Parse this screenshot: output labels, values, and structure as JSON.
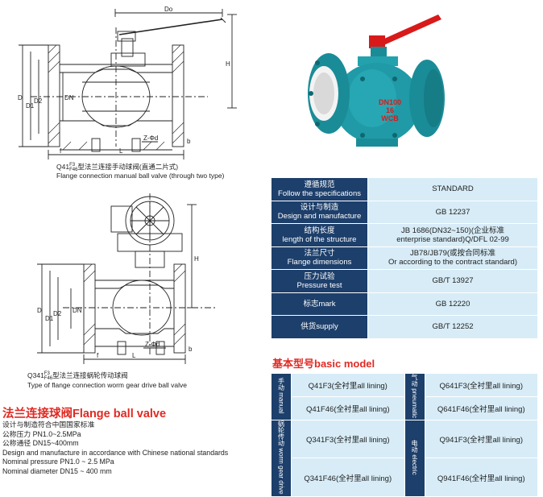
{
  "drawing1": {
    "dims": {
      "do": "Do",
      "h": "H",
      "d": "D",
      "d1": "D1",
      "d2": "D2",
      "dn": "DN",
      "l": "L",
      "f": "f",
      "b": "b",
      "bolt": "Z-Φd"
    },
    "caption_cn_prefix": "Q41",
    "caption_sup": "F3",
    "caption_sub": "F46",
    "caption_cn_suffix": "型法兰连接手动球阀(直通二片式)",
    "caption_en": "Flange connection manual ball valve (through two type)"
  },
  "drawing2": {
    "dims": {
      "h": "H",
      "d": "D",
      "d1": "D1",
      "d2": "D2",
      "dn": "DN",
      "l": "L",
      "f": "f",
      "b": "b",
      "bolt": "Z-Φd"
    },
    "caption_cn_prefix": "Q341",
    "caption_sup": "F3",
    "caption_sub": "F46",
    "caption_cn_suffix": "型法兰连接蜗轮传动球阀",
    "caption_en": "Type of flange connection worm gear drive ball valve"
  },
  "photo": {
    "body_marking": [
      "DN100",
      "16",
      "WCB"
    ],
    "colors": {
      "body": "#1f9aa6",
      "handle": "#d81a1a",
      "lining": "#f3f3f3"
    }
  },
  "spec_table": [
    {
      "cn": "遵循规范",
      "en": "Follow the specifications",
      "value": [
        "STANDARD"
      ]
    },
    {
      "cn": "设计与制造",
      "en": "Design and manufacture",
      "value": [
        "GB 12237"
      ]
    },
    {
      "cn": "结构长度",
      "en": "length of the structure",
      "value": [
        "JB 1686(DN32~150)(企业标准",
        "enterprise standard)Q/DFL 02-99"
      ]
    },
    {
      "cn": "法兰尺寸",
      "en": "Flange dimensions",
      "value": [
        "JB78/JB79(或按合同标准",
        "Or according to the contract standard)"
      ]
    },
    {
      "cn": "压力试验",
      "en": "Pressure test",
      "value": [
        "GB/T 13927"
      ]
    },
    {
      "cn": "",
      "en": "标志mark",
      "value": [
        "GB 12220"
      ]
    },
    {
      "cn": "",
      "en": "供货supply",
      "value": [
        "GB/T 12252"
      ]
    }
  ],
  "basic_model": {
    "title": "基本型号basic model",
    "rows": [
      {
        "left_cat_cn": "手动",
        "left_cat_en": "manual",
        "left": [
          "Q41F3(全衬里all lining)",
          "Q41F46(全衬里all lining)"
        ],
        "right_cat_cn": "气动",
        "right_cat_en": "pneumatic",
        "right": [
          "Q641F3(全衬里all lining)",
          "Q641F46(全衬里all lining)"
        ]
      },
      {
        "left_cat_cn": "蜗轮传动",
        "left_cat_en": "worm gear drive",
        "left": [
          "Q341F3(全衬里all lining)",
          "Q341F46(全衬里all lining)"
        ],
        "right_cat_cn": "电动",
        "right_cat_en": "electric",
        "right": [
          "Q941F3(全衬里all lining)",
          "Q941F46(全衬里all lining)"
        ]
      }
    ]
  },
  "product": {
    "title": "法兰连接球阀Flange ball valve",
    "lines": [
      "设计与制造符合中国国家标准",
      "公称压力 PN1.0~2.5MPa",
      "公称通径 DN15~400mm",
      "Design and manufacture in accordance with Chinese national standards",
      "Nominal pressure PN1.0 ~ 2.5 MPa",
      "Nominal diameter DN15 ~ 400 mm"
    ]
  }
}
